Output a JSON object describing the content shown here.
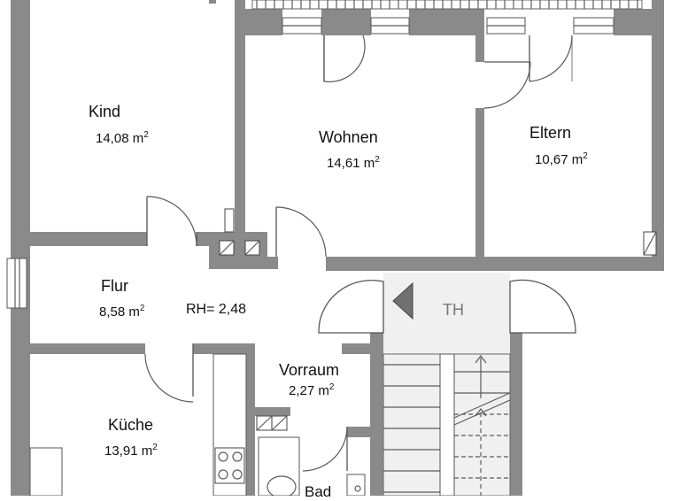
{
  "rooms": {
    "kind": {
      "name": "Kind",
      "area": "14,08 m",
      "unit_sup": "2"
    },
    "wohnen": {
      "name": "Wohnen",
      "area": "14,61 m",
      "unit_sup": "2"
    },
    "eltern": {
      "name": "Eltern",
      "area": "10,67 m",
      "unit_sup": "2"
    },
    "flur": {
      "name": "Flur",
      "area": "8,58 m",
      "unit_sup": "2"
    },
    "vorraum": {
      "name": "Vorraum",
      "area": "2,27 m",
      "unit_sup": "2"
    },
    "kueche": {
      "name": "Küche",
      "area": "13,91 m",
      "unit_sup": "2"
    },
    "bad": {
      "name": "Bad"
    }
  },
  "room_height": "RH= 2,48",
  "stairwell": {
    "label": "TH"
  },
  "colors": {
    "wall": "#8a8a8a",
    "stair_bg": "#f0f0f0",
    "arrow": "#707070"
  }
}
